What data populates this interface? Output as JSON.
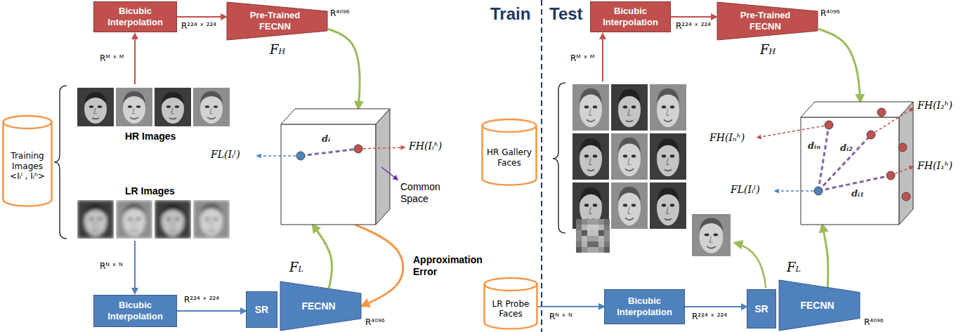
{
  "diagram": {
    "nodes": [
      {
        "text": [
          "Bicubic Interpolation"
        ]
      },
      {
        "text": [
          "Pre-Trained FECNN"
        ]
      },
      {
        "text": [
          "Training Images",
          "<Iᵢˡ , Iᵢʰ>"
        ]
      },
      {
        "text": [
          "Bicubic Interpolation"
        ]
      },
      {
        "text": [
          "SR"
        ]
      },
      {
        "text": [
          "FECNN"
        ]
      },
      {
        "text": [
          "dᵢ"
        ]
      },
      {
        "text": [
          "Bicubic Interpolation"
        ]
      },
      {
        "text": [
          "Pre-Trained FECNN"
        ]
      },
      {
        "text": [
          "HR Gallery Faces"
        ]
      },
      {
        "text": [
          "dᵢₙ",
          "dᵢ₂",
          "dᵢ₁"
        ]
      },
      {
        "text": [
          "LR Probe Faces"
        ]
      },
      {
        "text": [
          "Bicubic Interpolation"
        ]
      },
      {
        "text": [
          "SR"
        ]
      },
      {
        "text": [
          "FECNN"
        ]
      }
    ],
    "edges": [
      {
        "from": 0,
        "to": 1,
        "arrow": "to",
        "label": "R²²⁴ ˣ ²²⁴"
      },
      {
        "from": 3,
        "to": 4,
        "arrow": "to",
        "label": "R²²⁴ ˣ ²²⁴"
      },
      {
        "from": 1,
        "to": 6,
        "arrow": "to"
      },
      {
        "from": 5,
        "to": 6,
        "arrow": "to"
      },
      {
        "from": 6,
        "to": 5,
        "arrow": "to",
        "label": "Approximation Error"
      },
      {
        "from": 7,
        "to": 8,
        "arrow": "to",
        "label": "R²²⁴ ˣ ²²⁴"
      },
      {
        "from": 8,
        "to": 10,
        "arrow": "to"
      },
      {
        "from": 11,
        "to": 12,
        "arrow": "to",
        "label": "Rᴺ ˣ ᴺ"
      },
      {
        "from": 12,
        "to": 13,
        "arrow": "to",
        "label": "R²²⁴ ˣ ²²⁴"
      },
      {
        "from": 14,
        "to": 10,
        "arrow": "to"
      }
    ],
    "labels": [
      "Train",
      "Test",
      "Rᴹ ˣ ᴹ",
      "FH",
      "R⁴⁰⁹⁶",
      "HR Images",
      "LR Images",
      "Rᴺ ˣ ᴺ",
      "FL",
      "R⁴⁰⁹⁶",
      "FL(Iᵢˡ)",
      "FH(Iᵢʰ)",
      "Common Space",
      "Rᴹ ˣ ᴹ",
      "FH",
      "R⁴⁰⁹⁶",
      "FH(Iₙʰ)",
      "FH(I₂ʰ)",
      "FH(I₁ʰ)",
      "FL(Iᵢˡ)",
      "FL",
      "R⁴⁰⁹⁶"
    ]
  }
}
